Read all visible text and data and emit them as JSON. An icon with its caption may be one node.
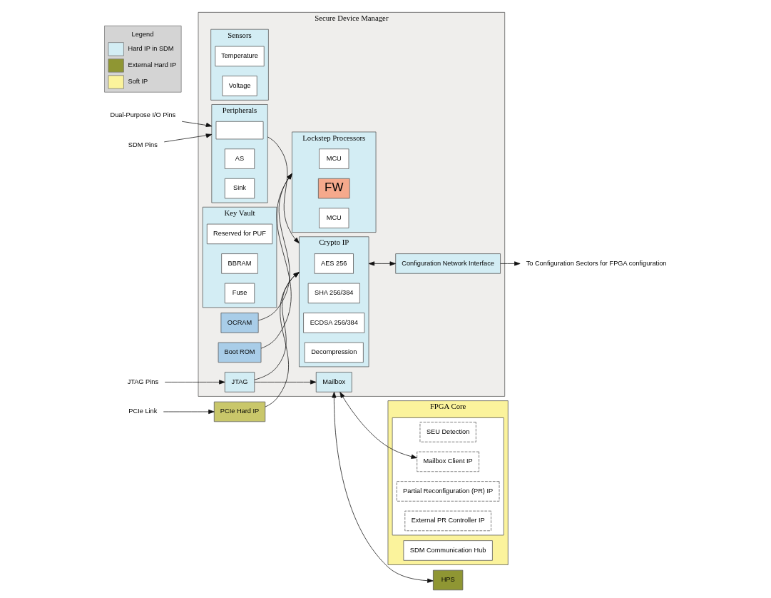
{
  "diagram": {
    "nodes": [
      {
        "text": [
          "FPGA Core"
        ]
      },
      {
        "text": [
          "SDM Communication Hub"
        ],
        "in": 0
      },
      {
        "text": [],
        "shape": "box",
        "in": 0
      },
      {
        "text": [
          "SEU Detection"
        ],
        "in": 2
      },
      {
        "text": [
          "Mailbox Client IP"
        ],
        "in": 2
      },
      {
        "text": [
          "Partial Reconfiguration (PR) IP"
        ],
        "in": 2
      },
      {
        "text": [
          "External PR Controller IP"
        ],
        "in": 2
      },
      {
        "text": [
          "Secure Device Manager"
        ]
      },
      {
        "text": [
          "OCRAM"
        ],
        "in": 7
      },
      {
        "text": [
          "Boot ROM"
        ],
        "in": 7
      },
      {
        "text": [
          "Lockstep Processors"
        ],
        "in": 7
      },
      {
        "text": [
          "MCU"
        ],
        "in": 10
      },
      {
        "text": [
          "FW"
        ],
        "in": 10
      },
      {
        "text": [
          "MCU"
        ],
        "in": 10
      },
      {
        "text": [
          "Sensors"
        ],
        "in": 7
      },
      {
        "text": [
          "Temperature"
        ],
        "in": 14
      },
      {
        "text": [
          "Voltage"
        ],
        "in": 14
      },
      {
        "text": [
          "Peripherals"
        ],
        "in": 7
      },
      {
        "text": [],
        "shape": "box",
        "in": 17
      },
      {
        "text": [
          "AS"
        ],
        "in": 17
      },
      {
        "text": [
          "Sink"
        ],
        "in": 17
      },
      {
        "text": [
          "Crypto IP"
        ],
        "in": 7
      },
      {
        "text": [
          "AES 256"
        ],
        "in": 21
      },
      {
        "text": [
          "SHA 256/384"
        ],
        "in": 21
      },
      {
        "text": [
          "ECDSA 256/384"
        ],
        "in": 21
      },
      {
        "text": [
          "Decompression"
        ],
        "in": 21
      },
      {
        "text": [
          "Mailbox"
        ],
        "in": 7
      },
      {
        "text": [
          "Configuration Network Interface"
        ],
        "in": 7
      },
      {
        "text": [
          "Key Vault"
        ],
        "in": 7
      },
      {
        "text": [
          "Reserved for PUF"
        ],
        "in": 28
      },
      {
        "text": [
          "BBRAM"
        ],
        "in": 28
      },
      {
        "text": [
          "Fuse"
        ],
        "in": 28
      },
      {
        "text": [
          "JTAG"
        ],
        "in": 7
      },
      {
        "text": [
          "HPS"
        ]
      },
      {
        "text": [
          "PCIe Hard IP"
        ]
      },
      {
        "text": [
          "Dual-Purpose I/O Pins"
        ]
      },
      {
        "text": [
          "SDM Pins"
        ]
      },
      {
        "text": [
          "PCIe Link"
        ]
      },
      {
        "text": [
          "JTAG Pins"
        ]
      },
      {
        "text": [
          "To Configuration Sectors for FPGA configuration"
        ]
      }
    ],
    "edges": [
      {
        "from": 8,
        "to": 10,
        "arrow": "to"
      },
      {
        "from": 9,
        "to": 10,
        "arrow": "to"
      },
      {
        "from": 26,
        "to": 4,
        "arrow": "both"
      },
      {
        "from": 26,
        "to": 33,
        "arrow": "both"
      },
      {
        "from": 17,
        "to": 21,
        "arrow": "to"
      },
      {
        "from": 21,
        "to": 27,
        "arrow": "both"
      },
      {
        "from": 27,
        "to": 39,
        "arrow": "to"
      },
      {
        "from": 32,
        "to": 26,
        "arrow": "to"
      },
      {
        "from": 35,
        "to": 17,
        "arrow": "to"
      },
      {
        "from": 36,
        "to": 17,
        "arrow": "to"
      },
      {
        "from": 37,
        "to": 34,
        "arrow": "to"
      },
      {
        "from": 34,
        "to": 21,
        "arrow": "to"
      },
      {
        "from": 32,
        "to": 21,
        "arrow": "to"
      },
      {
        "from": 38,
        "to": 32,
        "arrow": "to"
      }
    ],
    "labels": [
      "Legend"
    ],
    "legend": [
      {
        "text": "Hard IP in SDM",
        "color": "#d3edf4"
      },
      {
        "text": "External Hard IP",
        "color": "#8f9633"
      },
      {
        "text": "Soft IP",
        "color": "#fbf39c"
      }
    ]
  }
}
